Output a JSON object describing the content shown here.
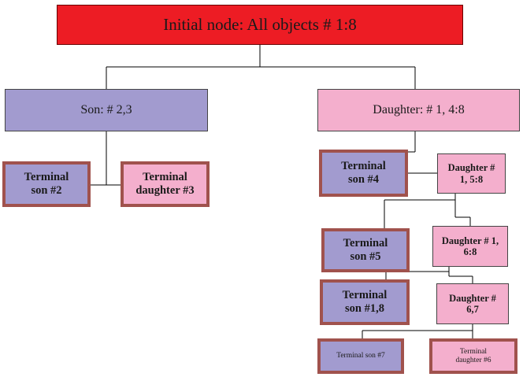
{
  "tree": {
    "root": {
      "label": "Initial node: All objects # 1:8"
    },
    "son": {
      "label": "Son:  # 2,3"
    },
    "daughter": {
      "label": "Daughter:  # 1, 4:8"
    },
    "terminal_son_2": {
      "label": "Terminal\nson #2"
    },
    "terminal_daughter_3": {
      "label": "Terminal\ndaughter #3"
    },
    "terminal_son_4": {
      "label": "Terminal\nson #4"
    },
    "daughter_1_5_8": {
      "label": "Daughter #\n1, 5:8"
    },
    "terminal_son_5": {
      "label": "Terminal\nson #5"
    },
    "daughter_1_6_8": {
      "label": "Daughter # 1,\n6:8"
    },
    "terminal_son_1_8": {
      "label": "Terminal\nson #1,8"
    },
    "daughter_6_7": {
      "label": "Daughter #\n6,7"
    },
    "terminal_son_7": {
      "label": "Terminal son #7"
    },
    "terminal_daughter_6": {
      "label": "Terminal\ndaughter #6"
    }
  },
  "colors": {
    "root_fill": "#ed1c24",
    "son_fill": "#a29bcf",
    "daughter_fill": "#f4afcd",
    "terminal_border": "#a0524d"
  }
}
